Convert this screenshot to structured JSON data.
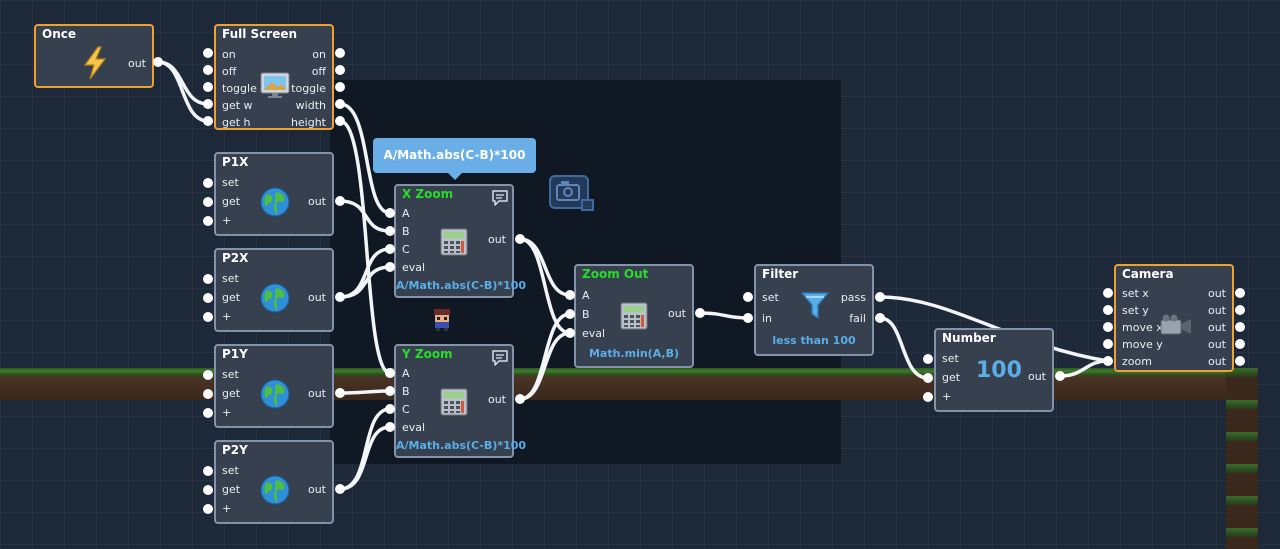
{
  "nodes": {
    "once": {
      "title": "Once",
      "out": "out"
    },
    "fullscreen": {
      "title": "Full Screen",
      "inputs": [
        "on",
        "off",
        "toggle",
        "get w",
        "get h"
      ],
      "outputs": [
        "on",
        "off",
        "toggle",
        "width",
        "height"
      ]
    },
    "p1x": {
      "title": "P1X",
      "inputs": [
        "set",
        "get",
        "+"
      ],
      "out": "out"
    },
    "p2x": {
      "title": "P2X",
      "inputs": [
        "set",
        "get",
        "+"
      ],
      "out": "out"
    },
    "p1y": {
      "title": "P1Y",
      "inputs": [
        "set",
        "get",
        "+"
      ],
      "out": "out"
    },
    "p2y": {
      "title": "P2Y",
      "inputs": [
        "set",
        "get",
        "+"
      ],
      "out": "out"
    },
    "xzoom": {
      "title": "X Zoom",
      "inputs": [
        "A",
        "B",
        "C",
        "eval"
      ],
      "out": "out",
      "expression": "A/Math.abs(C-B)*100"
    },
    "yzoom": {
      "title": "Y Zoom",
      "inputs": [
        "A",
        "B",
        "C",
        "eval"
      ],
      "out": "out",
      "expression": "A/Math.abs(C-B)*100"
    },
    "zoomout": {
      "title": "Zoom Out",
      "inputs": [
        "A",
        "B",
        "eval"
      ],
      "out": "out",
      "expression": "Math.min(A,B)"
    },
    "filter": {
      "title": "Filter",
      "inputs": [
        "set",
        "in"
      ],
      "outputs": [
        "pass",
        "fail"
      ],
      "condition": "less than 100"
    },
    "number": {
      "title": "Number",
      "inputs": [
        "set",
        "get",
        "+"
      ],
      "out": "out",
      "value": "100"
    },
    "camera": {
      "title": "Camera",
      "inputs": [
        "set x",
        "set y",
        "move x",
        "move y",
        "zoom"
      ],
      "outputs": [
        "out",
        "out",
        "out",
        "out",
        "out"
      ]
    }
  },
  "tooltip": {
    "text": "A/Math.abs(C-B)*100"
  },
  "colors": {
    "canvas": "#1d2938",
    "scene": "#0f1823",
    "node": "#36404f",
    "node_border": "#8393a9",
    "event_border": "#f0a030",
    "accent_blue": "#5aaee8",
    "title_green": "#27dd27"
  }
}
